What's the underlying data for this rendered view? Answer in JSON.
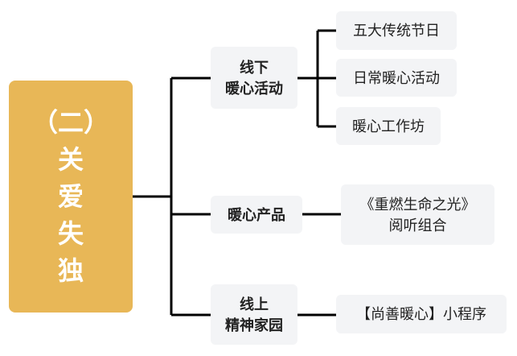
{
  "root": {
    "lines": [
      "（二）",
      "关",
      "爱",
      "失",
      "独"
    ],
    "color": "#E8B757"
  },
  "branches": [
    {
      "lines": [
        "线下",
        "暖心活动"
      ],
      "children": [
        "五大传统节日",
        "日常暖心活动",
        "暖心工作坊"
      ]
    },
    {
      "lines": [
        "暖心产品"
      ],
      "children": [
        [
          "《重燃生命之光》",
          "阅听组合"
        ]
      ]
    },
    {
      "lines": [
        "线上",
        "精神家园"
      ],
      "children": [
        "【尚善暖心】小程序"
      ]
    }
  ]
}
